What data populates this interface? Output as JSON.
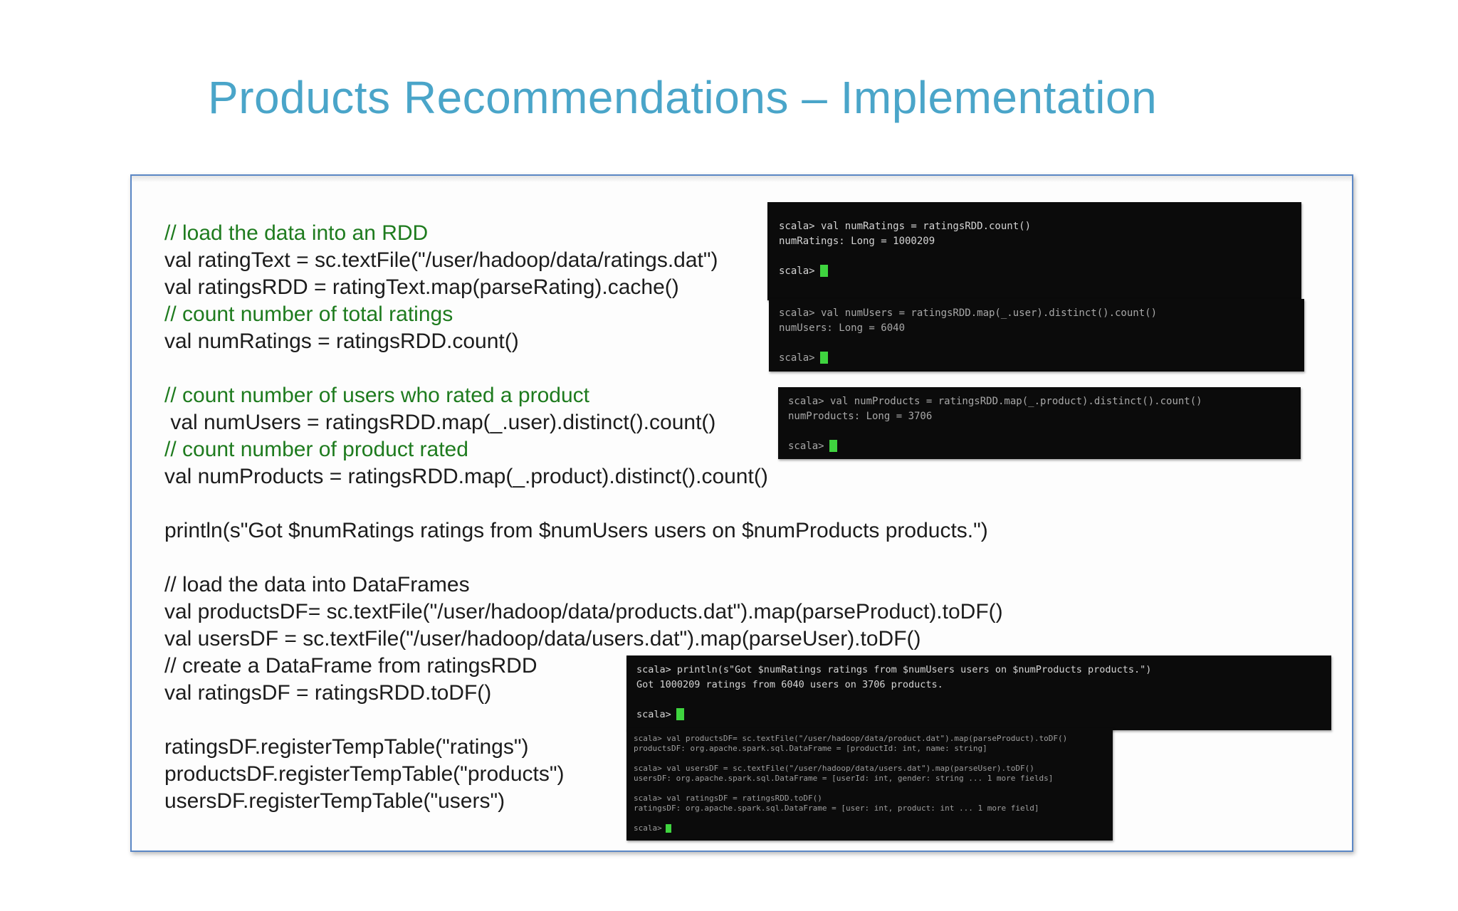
{
  "slide": {
    "title": "Products Recommendations – Implementation"
  },
  "code": {
    "lines": [
      {
        "type": "comment",
        "text": "// load the data into an RDD"
      },
      {
        "type": "code",
        "text": "val ratingText = sc.textFile(\"/user/hadoop/data/ratings.dat\")"
      },
      {
        "type": "code",
        "text": "val ratingsRDD = ratingText.map(parseRating).cache()"
      },
      {
        "type": "comment",
        "text": "// count number of total ratings"
      },
      {
        "type": "code",
        "text": "val numRatings = ratingsRDD.count()"
      },
      {
        "type": "blank",
        "text": ""
      },
      {
        "type": "comment",
        "text": "// count number of users who rated a product"
      },
      {
        "type": "code",
        "text": " val numUsers = ratingsRDD.map(_.user).distinct().count()"
      },
      {
        "type": "comment",
        "text": "// count number of product rated"
      },
      {
        "type": "code",
        "text": "val numProducts = ratingsRDD.map(_.product).distinct().count()"
      },
      {
        "type": "blank",
        "text": ""
      },
      {
        "type": "code",
        "text": "println(s\"Got $numRatings ratings from $numUsers users on $numProducts products.\")"
      },
      {
        "type": "blank",
        "text": ""
      },
      {
        "type": "code",
        "text": "// load the data into DataFrames"
      },
      {
        "type": "code",
        "text": "val productsDF= sc.textFile(\"/user/hadoop/data/products.dat\").map(parseProduct).toDF()"
      },
      {
        "type": "code",
        "text": "val usersDF = sc.textFile(\"/user/hadoop/data/users.dat\").map(parseUser).toDF()"
      },
      {
        "type": "code",
        "text": "// create a DataFrame from ratingsRDD"
      },
      {
        "type": "code",
        "text": "val ratingsDF = ratingsRDD.toDF()"
      },
      {
        "type": "blank",
        "text": ""
      },
      {
        "type": "code",
        "text": "ratingsDF.registerTempTable(\"ratings\")"
      },
      {
        "type": "code",
        "text": "productsDF.registerTempTable(\"products\")"
      },
      {
        "type": "code",
        "text": "usersDF.registerTempTable(\"users\")"
      }
    ]
  },
  "terminals": [
    {
      "name": "numRatings count",
      "lines": [
        "scala> val numRatings = ratingsRDD.count()",
        "numRatings: Long = 1000209",
        "",
        "scala>"
      ]
    },
    {
      "name": "numUsers count",
      "lines": [
        "scala> val numUsers = ratingsRDD.map(_.user).distinct().count()",
        "numUsers: Long = 6040",
        "",
        "scala>"
      ]
    },
    {
      "name": "numProducts count",
      "lines": [
        "scala> val numProducts = ratingsRDD.map(_.product).distinct().count()",
        "numProducts: Long = 3706",
        "",
        "scala>"
      ]
    },
    {
      "name": "println summary",
      "lines": [
        "scala> println(s\"Got $numRatings ratings from $numUsers users on $numProducts products.\")",
        "Got 1000209 ratings from 6040 users on 3706 products.",
        "",
        "scala>"
      ]
    },
    {
      "name": "dataframes creation",
      "lines": [
        "scala> val productsDF= sc.textFile(\"/user/hadoop/data/product.dat\").map(parseProduct).toDF()",
        "productsDF: org.apache.spark.sql.DataFrame = [productId: int, name: string]",
        "",
        "scala> val usersDF = sc.textFile(\"/user/hadoop/data/users.dat\").map(parseUser).toDF()",
        "usersDF: org.apache.spark.sql.DataFrame = [userId: int, gender: string ... 1 more fields]",
        "",
        "scala> val ratingsDF = ratingsRDD.toDF()",
        "ratingsDF: org.apache.spark.sql.DataFrame = [user: int, product: int ... 1 more field]",
        "",
        "scala>"
      ]
    }
  ],
  "colors": {
    "title_blue": "#4aa5c9",
    "panel_border_blue": "#5b87c5",
    "comment_green": "#1e7b1e",
    "code_text": "#1c1c1c",
    "terminal_background": "#0b0b0b",
    "terminal_text": "#d4d4d4",
    "terminal_text_dim": "#a0a0a0",
    "cursor_green": "#3fd43f"
  }
}
